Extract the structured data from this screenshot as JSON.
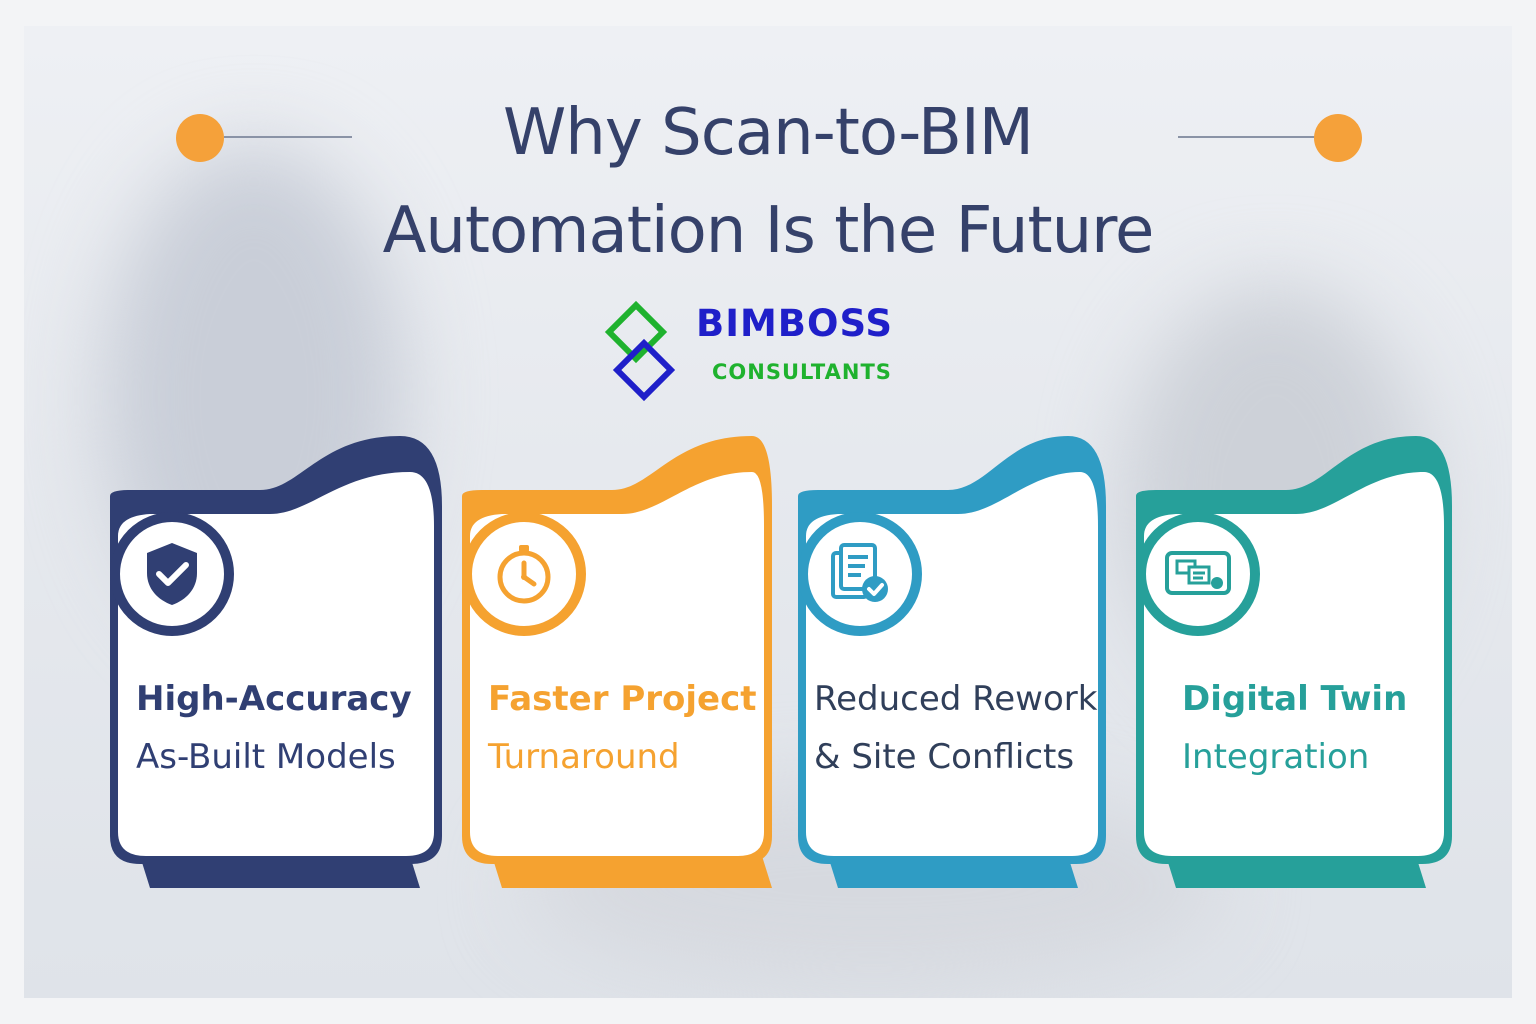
{
  "title": {
    "line1": "Why Scan-to-BIM",
    "line2": "Automation Is the Future"
  },
  "logo": {
    "name": "BIMBOSS",
    "tagline": "CONSULTANTS"
  },
  "cards": [
    {
      "line1": "High-Accuracy",
      "line2": "As-Built Models",
      "icon": "shield-check-icon"
    },
    {
      "line1": "Faster Project",
      "line2": "Turnaround",
      "icon": "clock-icon"
    },
    {
      "line1": "Reduced Rework",
      "line2": "& Site Conflicts",
      "icon": "document-check-icon"
    },
    {
      "line1": "Digital Twin",
      "line2": "Integration",
      "icon": "digital-screen-icon"
    }
  ],
  "colors": {
    "title": "#35416a",
    "accent_orange": "#f5a13a",
    "navy": "#303f73",
    "orange": "#f5a230",
    "blue": "#2f9cc4",
    "teal": "#26a09a",
    "logo_blue": "#1f1fc9",
    "logo_green": "#1fb22e"
  }
}
